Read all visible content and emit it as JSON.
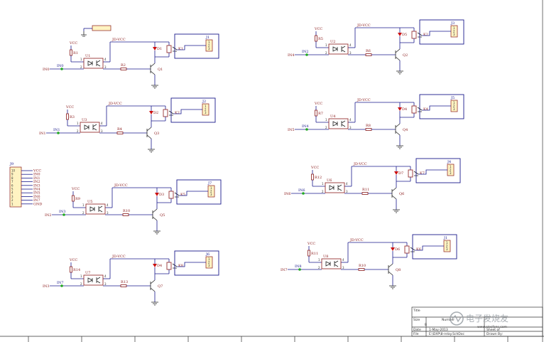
{
  "channels": [
    {
      "ox": 60,
      "oy": 40,
      "res_top": "R1",
      "opto": "U1",
      "in_port": "IN0",
      "in_pin": "IN0",
      "res_base": "R2",
      "trans": "Q1",
      "diode": "D1",
      "relay": "K1",
      "conn": "J1",
      "vcc": "VCC",
      "jd": "JD-VCC",
      "ground_box": true
    },
    {
      "ox": 55,
      "oy": 130,
      "res_top": "R3",
      "opto": "U3",
      "in_port": "IN1",
      "in_pin": "IN1",
      "res_base": "R4",
      "trans": "Q3",
      "diode": "D2",
      "relay": "K2",
      "conn": "J2",
      "vcc": "VCC",
      "jd": "JD-VCC"
    },
    {
      "ox": 63,
      "oy": 245,
      "res_top": "R9",
      "opto": "U5",
      "in_port": "IN2",
      "in_pin": "IN3",
      "res_base": "R10",
      "trans": "Q5",
      "diode": "D3",
      "relay": "K5",
      "conn": "J7",
      "vcc": "VCC",
      "jd": "JD-VCC"
    },
    {
      "ox": 60,
      "oy": 345,
      "res_top": "R14",
      "opto": "U7",
      "in_port": "IN3",
      "in_pin": "IN7",
      "res_base": "R13",
      "trans": "Q7",
      "diode": "D4",
      "relay": "K8",
      "conn": "J6",
      "vcc": "VCC",
      "jd": "JD-VCC"
    },
    {
      "ox": 405,
      "oy": 20,
      "res_top": "R5",
      "opto": "U2",
      "in_port": "IN4",
      "in_pin": "IN2",
      "res_base": "R6",
      "trans": "Q2",
      "diode": "D5",
      "relay": "K2",
      "conn": "J3",
      "vcc": "VCC",
      "jd": "JD-VCC"
    },
    {
      "ox": 405,
      "oy": 125,
      "res_top": "R7",
      "opto": "U4",
      "in_port": "IN5",
      "in_pin": "IN4",
      "res_base": "R8",
      "trans": "Q4",
      "diode": "D4",
      "relay": "K4",
      "conn": "J5",
      "vcc": "VCC",
      "jd": "JD-VCC"
    },
    {
      "ox": 400,
      "oy": 215,
      "res_top": "R12",
      "opto": "U6",
      "in_port": "IN6",
      "in_pin": "IN6",
      "res_base": "R11",
      "trans": "Q6",
      "diode": "D7",
      "relay": "K7",
      "conn": "J4",
      "vcc": "VCC",
      "jd": "JD-VCC"
    },
    {
      "ox": 395,
      "oy": 322,
      "res_top": "R11",
      "opto": "U8",
      "in_port": "IN7",
      "in_pin": "IN8",
      "res_base": "R10",
      "trans": "Q8",
      "diode": "D6",
      "relay": "K6",
      "conn": "J1",
      "vcc": "VCC",
      "jd": "JD-VCC"
    }
  ],
  "header": {
    "ref": "J9",
    "pins": [
      "10",
      "9",
      "8",
      "7",
      "6",
      "5",
      "4",
      "3",
      "2",
      "1"
    ],
    "nets": [
      "VCC",
      "IN0",
      "IN1",
      "IN2",
      "IN3",
      "IN4",
      "IN5",
      "IN6",
      "IN7",
      "GND"
    ]
  },
  "title_block": {
    "title": "Title",
    "size": "Size",
    "number": "Number",
    "size_val": "B",
    "date": "Date",
    "file": "File",
    "date_val": "1-May-2013",
    "file_val": "E:\\DXP\\8-relay.SchDoc",
    "sheet": "Sheet of",
    "drawn": "Drawn By:"
  },
  "watermark": "电子发烧友",
  "watermark_site": "www.elecfans.com"
}
